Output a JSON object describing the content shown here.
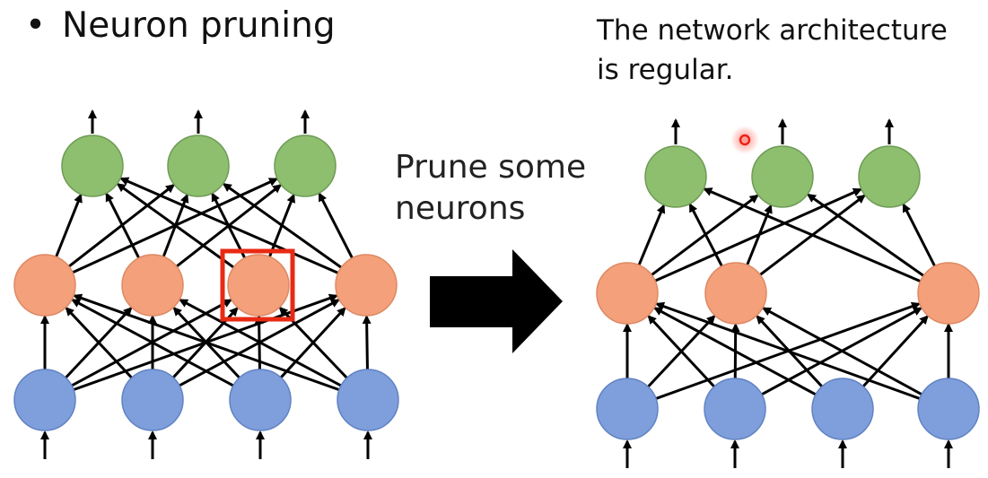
{
  "slide": {
    "bullet": "•",
    "title": "Neuron pruning",
    "note_lines": [
      "The network architecture",
      "is regular."
    ],
    "prune_lines": [
      "Prune some",
      "neurons"
    ]
  },
  "colors": {
    "output_fill": "#8dbf6e",
    "output_stroke": "#6f9b56",
    "hidden_fill": "#f4a07a",
    "hidden_stroke": "#dd8a64",
    "input_fill": "#7f9fdc",
    "input_stroke": "#6283c2",
    "highlight": "#e82a14",
    "arrow": "#000000",
    "pointer": "#e8241a"
  },
  "diagram": {
    "before": {
      "layers": [
        "input",
        "hidden",
        "output"
      ],
      "input_count": 4,
      "hidden_count": 4,
      "output_count": 3,
      "pruned_hidden_index": 2
    },
    "after": {
      "layers": [
        "input",
        "hidden",
        "output"
      ],
      "input_count": 4,
      "hidden_count": 3,
      "output_count": 3
    },
    "icons": {
      "big_arrow": "right-arrow-icon",
      "pointer": "laser-pointer-icon"
    }
  }
}
